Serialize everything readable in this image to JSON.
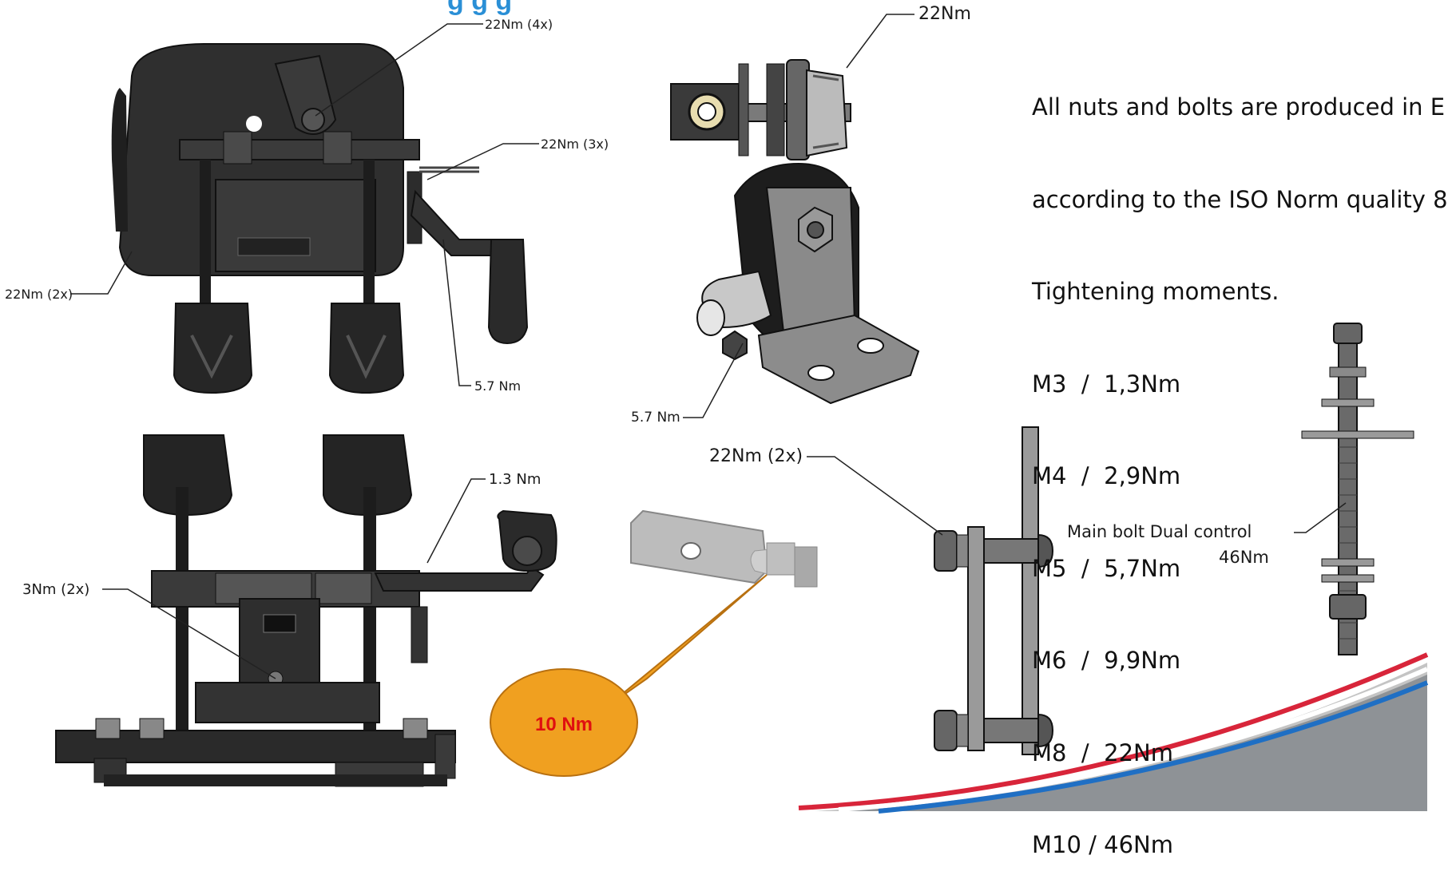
{
  "header": {
    "title_fragment": "g  g   g"
  },
  "callouts": {
    "c22x4": "22Nm (4x)",
    "c22x3": "22Nm (3x)",
    "c22x2_left": "22Nm (2x)",
    "c57_top": "5.7 Nm",
    "c13": "1.3 Nm",
    "c3x2": "3Nm (2x)",
    "c22_top": "22Nm",
    "c57_mid": "5.7 Nm",
    "c22x2_mid": "22Nm (2x)",
    "c10": "10 Nm",
    "main_bolt_line1": "Main bolt Dual control",
    "main_bolt_line2": "46Nm"
  },
  "spec": {
    "lines": [
      "All nuts and bolts are produced in E",
      "according to the ISO Norm quality 8",
      "Tightening moments.",
      "M3  /  1,3Nm",
      "M4  /  2,9Nm",
      "M5  /  5,7Nm",
      "M6  /  9,9Nm",
      "M8  /  22Nm",
      "M10 / 46Nm"
    ]
  },
  "colors": {
    "part_dark": "#2b2b2b",
    "part_mid": "#555555",
    "part_light": "#9a9a9a",
    "bubble_fill": "#f0a020",
    "bubble_text": "#e01010",
    "title_blue": "#2a8fd6",
    "swoosh_red": "#d8253a",
    "swoosh_blue": "#1f6fc4",
    "swoosh_grey": "#b8b8b8"
  }
}
